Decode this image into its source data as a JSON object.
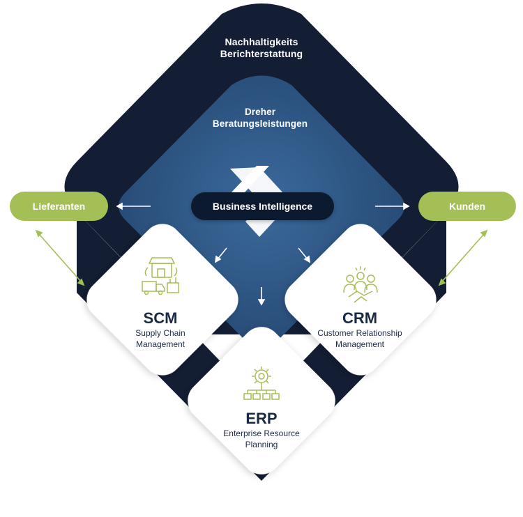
{
  "outer": {
    "line1": "Nachhaltigkeits",
    "line2": "Berichterstattung"
  },
  "inner": {
    "line1": "Dreher",
    "line2": "Beratungsleistungen"
  },
  "center": {
    "label": "Business Intelligence"
  },
  "left_pill": {
    "label": "Lieferanten"
  },
  "right_pill": {
    "label": "Kunden"
  },
  "scm": {
    "title": "SCM",
    "line1": "Supply Chain",
    "line2": "Management"
  },
  "crm": {
    "title": "CRM",
    "line1": "Customer Relationship",
    "line2": "Management"
  },
  "erp": {
    "title": "ERP",
    "line1": "Enterprise Resource",
    "line2": "Planning"
  },
  "colors": {
    "navy": "#131d33",
    "blue": "#2d5583",
    "accent_green": "#a3bf55",
    "card": "#ffffff",
    "text_dark": "#1b2a44"
  },
  "icons": [
    "store-truck-icon",
    "handshake-team-icon",
    "gear-hierarchy-icon",
    "dreher-logo-icon"
  ]
}
